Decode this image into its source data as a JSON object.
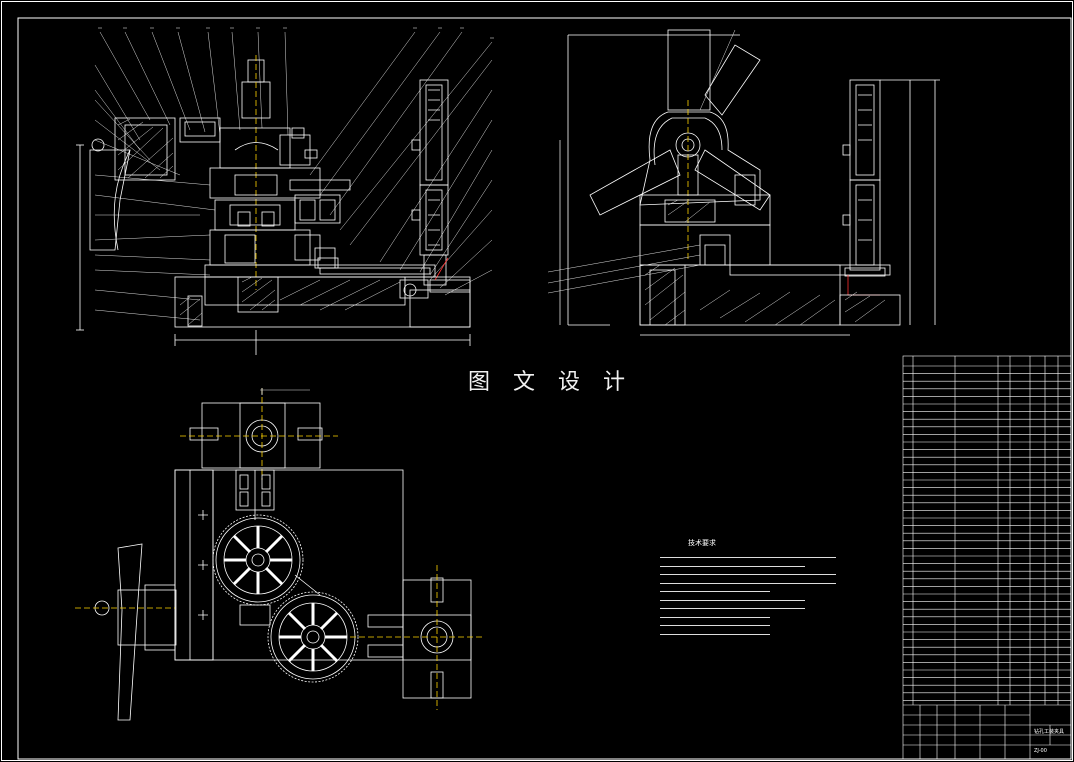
{
  "watermark": {
    "text": "图 文 设 计"
  },
  "notes": {
    "title": "技术要求"
  },
  "colors": {
    "background": "#000000",
    "lines": "#ffffff",
    "accent_yellow": "#ffd400",
    "accent_red": "#ff3030",
    "accent_green": "#30d030"
  },
  "title_block": {
    "drawing_name": "钻孔工装夹具",
    "drawing_no": "ZJ-00"
  }
}
